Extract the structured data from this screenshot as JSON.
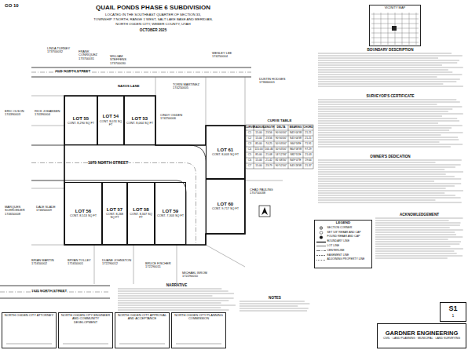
{
  "diagram": {
    "title": "QUAIL PONDS PHASE 6 SUBDIVISION",
    "nodes": [
      {
        "text": [
          "LOT 55",
          "CONT. 8,290 SQ FT"
        ]
      },
      {
        "text": [
          "LOT 54",
          "CONT. 8,074 SQ FT"
        ]
      },
      {
        "text": [
          "LOT 53",
          "CONT. 8,064 SQ FT"
        ]
      },
      {
        "text": [
          "LOT 61",
          "CONT. 8,603 SQ FT"
        ]
      },
      {
        "text": [
          "LOT 60",
          "CONT. 9,717 SQ FT"
        ]
      },
      {
        "text": [
          "LOT 56",
          "CONT. 8,513 SQ FT"
        ]
      },
      {
        "text": [
          "LOT 57",
          "CONT. 8,268 SQ FT"
        ]
      },
      {
        "text": [
          "LOT 58",
          "CONT. 8,347 SQ FT"
        ]
      },
      {
        "text": [
          "LOT 59",
          "CONT. 7,303 SQ FT"
        ]
      },
      {
        "text": [
          "VICINITY MAP"
        ]
      },
      {
        "text": [
          "CURVE TABLE"
        ]
      },
      {
        "text": [
          "LEGEND"
        ]
      },
      {
        "text": [
          "NORTH OGDEN CITY ATTORNEY"
        ]
      },
      {
        "text": [
          "NORTH OGDEN CITY ENGINEER AND COMMUNITY DEVELOPMENT"
        ]
      },
      {
        "text": [
          "NORTH OGDEN CITY APPROVAL AND ACCEPTANCE"
        ]
      },
      {
        "text": [
          "NORTH OGDEN CITY PLANNING COMMISSION"
        ]
      },
      {
        "text": [
          "GARDNER ENGINEERING",
          "CIVIL · LAND PLANNING · MUNICIPAL · LAND SURVEYING"
        ]
      },
      {
        "text": [
          "S1",
          "1"
        ]
      }
    ],
    "labels": [
      "GO 10",
      "LOCATED IN THE SOUTHEAST QUARTER OF SECTION 33,",
      "TOWNSHIP 7 NORTH, RANGE 1 WEST, SALT LAKE BASE AND MERIDIAN,",
      "NORTH OGDEN CITY, WEBER COUNTY, UTAH",
      "OCTOBER 2025",
      "2025 NORTH STREET",
      "1975 NORTH STREET",
      "1925 NORTH STREET",
      "NAXOS LANE",
      "LINDA TURNEY 173700032",
      "FRANK CONRIQUEZ 173700031",
      "WILLIAM STEFFENS 173700030",
      "WESLEY LEE 174250004",
      "TORIN MARTINEZ 174250005",
      "DUSTIN HODGES 173660001",
      "CINDY OGDEN 174250006",
      "ERIC OLSON 174390003",
      "RICK JOHANSEN 174390004",
      "MARQUES SCHROEDER 174650008",
      "DALE SLADE 174650009",
      "CHAD PAULING 170750038",
      "BRIAN MARTIN 171650002",
      "BRYAN TOLLEY 171650001",
      "DUANE JOHNSTON 172290012",
      "BRUCE FISCHER 172290011",
      "MICHAEL ISROM 172290010",
      "BOUNDARY DESCRIPTION",
      "SURVEYOR'S CERTIFICATE",
      "OWNER'S DEDICATION",
      "ACKNOWLEDGEMENT",
      "NARRATIVE",
      "NOTES",
      "CURVE",
      "RADIUS",
      "LENGTH",
      "DELTA",
      "BEARING",
      "CHORD",
      "C1",
      "15.00",
      "23.56",
      "90°00'00\"",
      "N45°00'W",
      "21.21",
      "C2",
      "15.00",
      "23.56",
      "90°00'00\"",
      "S45°00'W",
      "21.21",
      "C3",
      "85.00",
      "74.25",
      "50°03'00\"",
      "S64°58'E",
      "71.91",
      "C4",
      "115.00",
      "100.46",
      "50°03'00\"",
      "N64°58'W",
      "97.29",
      "C5",
      "85.00",
      "21.08",
      "14°12'36\"",
      "S82°55'E",
      "21.03",
      "C6",
      "15.00",
      "21.42",
      "81°48'30\"",
      "N49°07'E",
      "19.64",
      "C7",
      "15.00",
      "23.79",
      "90°52'00\"",
      "S45°26'W",
      "21.37"
    ],
    "legend": [
      {
        "text": "SECTION CORNER"
      },
      {
        "text": "SET 5/8\" REBAR AND CAP"
      },
      {
        "text": "FOUND REBAR AND CAP"
      },
      {
        "text": "BOUNDARY LINE"
      },
      {
        "text": "LOT LINE"
      },
      {
        "text": "CENTERLINE"
      },
      {
        "text": "EASEMENT LINE"
      },
      {
        "text": "ADJOINING PROPERTY LINE"
      }
    ]
  }
}
